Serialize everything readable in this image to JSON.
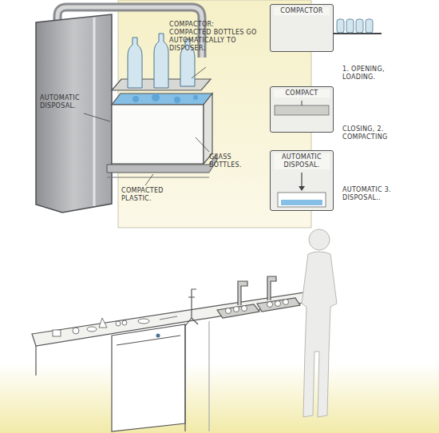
{
  "diagram": {
    "nodes": [
      {
        "text": [
          "COMPACTOR",
          "1. OPENING, LOADING."
        ]
      },
      {
        "text": [
          "COMPACT",
          "CLOSING, 2. COMPACTING"
        ]
      },
      {
        "text": [
          "AUTOMATIC DISPOSAL.",
          "AUTOMATIC 3. DISPOSAL.."
        ]
      }
    ],
    "labels": [
      "COMPACTOR: COMPACTED BOTTLES GO AUTOMATICALLY TO DISPOSER.",
      "AUTOMATIC DISPOSAL.",
      "GLASS BOTTLES.",
      "COMPACTED PLASTIC."
    ]
  }
}
